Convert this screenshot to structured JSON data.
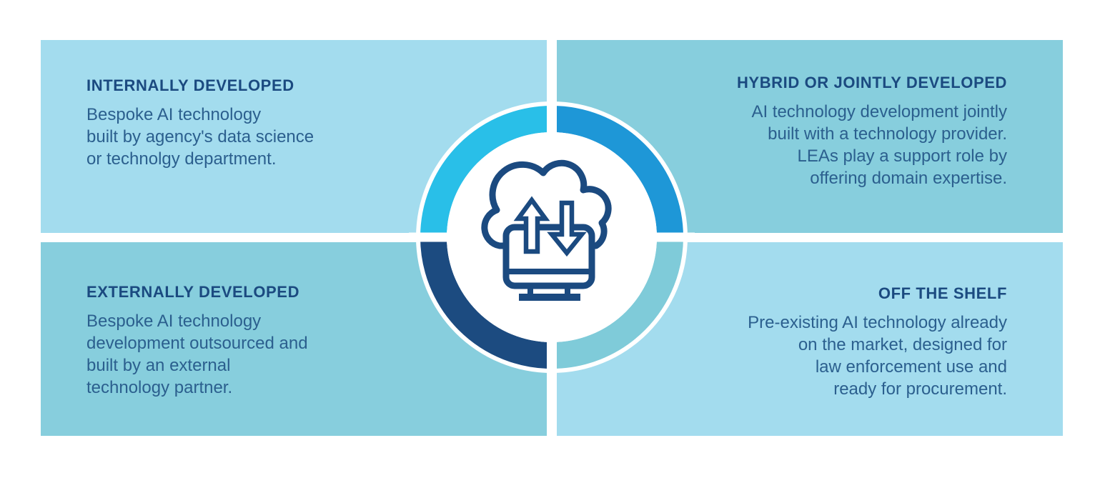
{
  "diagram": {
    "description": "Four-quadrant infographic of AI technology sourcing models around a central cloud upload/download monitor icon",
    "center_icon": "cloud-upload-download-monitor-icon"
  },
  "quadrants": [
    {
      "id": "internally-developed",
      "title": "INTERNALLY DEVELOPED",
      "body": "Bespoke AI technology\nbuilt by agency's data science\nor technolgy department.",
      "align": "left"
    },
    {
      "id": "hybrid-or-jointly-developed",
      "title": "HYBRID OR JOINTLY DEVELOPED",
      "body": "AI technology development jointly\nbuilt with a technology provider.\nLEAs play a support role by\noffering domain expertise.",
      "align": "right"
    },
    {
      "id": "externally-developed",
      "title": "EXTERNALLY DEVELOPED",
      "body": "Bespoke AI technology\ndevelopment outsourced and\nbuilt by an external\ntechnology partner.",
      "align": "left"
    },
    {
      "id": "off-the-shelf",
      "title": "OFF THE SHELF",
      "body": "Pre-existing AI technology already\non the market, designed for\nlaw enforcement use and\nready for procurement.",
      "align": "right"
    }
  ],
  "colors": {
    "quad_light": "#a3dcee",
    "quad_teal": "#87cedd",
    "arc_top_left": "#29bfe8",
    "arc_top_right": "#1e97d7",
    "arc_bottom_left": "#1c4b80",
    "arc_bottom_right": "#7fcbd9",
    "heading_text": "#1b4a80",
    "body_text": "#2b5f8e",
    "icon": "#1b4a80",
    "background": "#ffffff"
  }
}
